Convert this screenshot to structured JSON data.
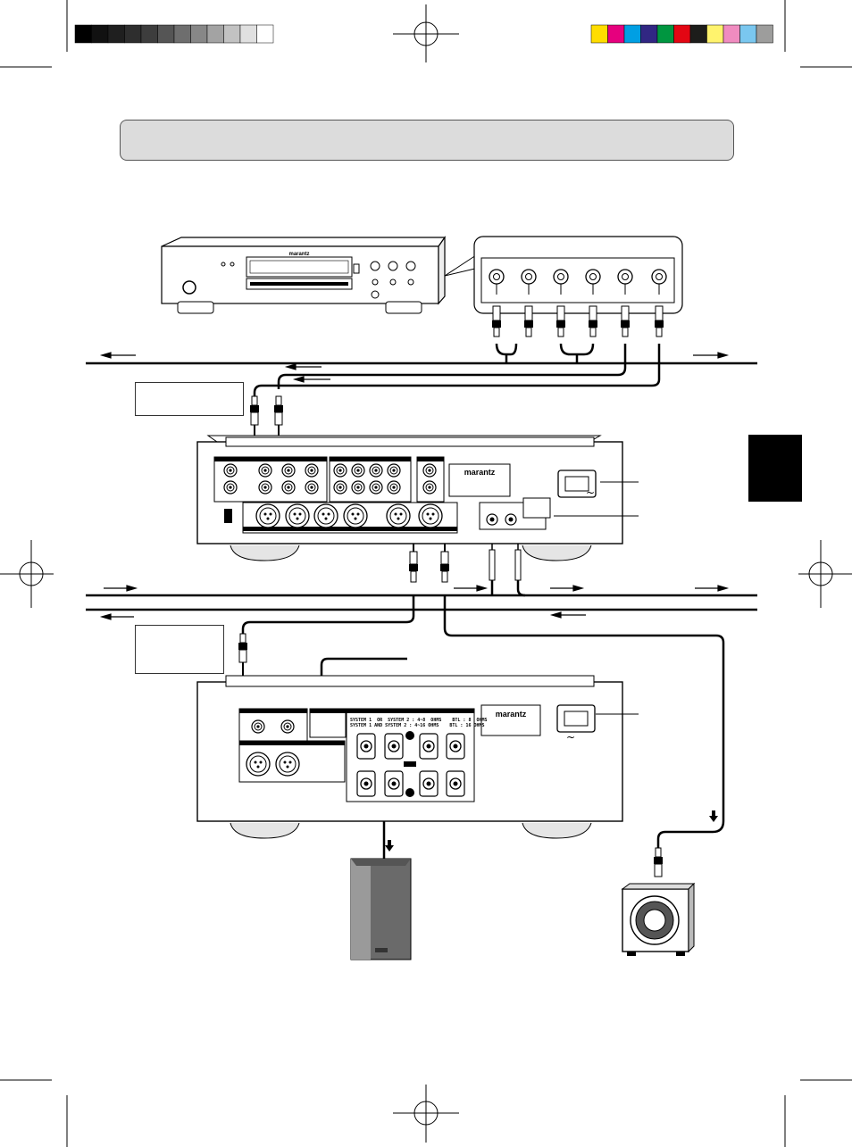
{
  "colors": {
    "registration_swatches": [
      "#ffdd00",
      "#e6007e",
      "#009fe3",
      "#312783",
      "#009640",
      "#e30613",
      "#1d1d1b",
      "#fff36d",
      "#f08cc0",
      "#7ac7ef",
      "#9d9d9c"
    ],
    "gray_swatches": [
      "#000000",
      "#111111",
      "#1f1f1f",
      "#2e2e2e",
      "#3d3d3d",
      "#555555",
      "#6e6e6e",
      "#878787",
      "#a3a3a3",
      "#c2c2c2",
      "#e0e0e0",
      "#ffffff"
    ],
    "header_fill": "#dcdcdc",
    "side_tab": "#000000"
  },
  "devices": {
    "cd_player": {
      "brand": "marantz"
    },
    "preamplifier": {
      "brand": "marantz"
    },
    "power_amplifier": {
      "brand": "marantz",
      "impedance_line_1": "SYSTEM 1  OR  SYSTEM 2 : 4~8  OHMS    BTL : 8  OHMS",
      "impedance_line_2": "SYSTEM 1 AND SYSTEM 2 : 4~16 OHMS    BTL : 16 OHMS"
    }
  },
  "icons": [
    "ac-power-symbol",
    "arrow-icon",
    "rca-plug",
    "xlr-connector",
    "speaker-terminal"
  ]
}
